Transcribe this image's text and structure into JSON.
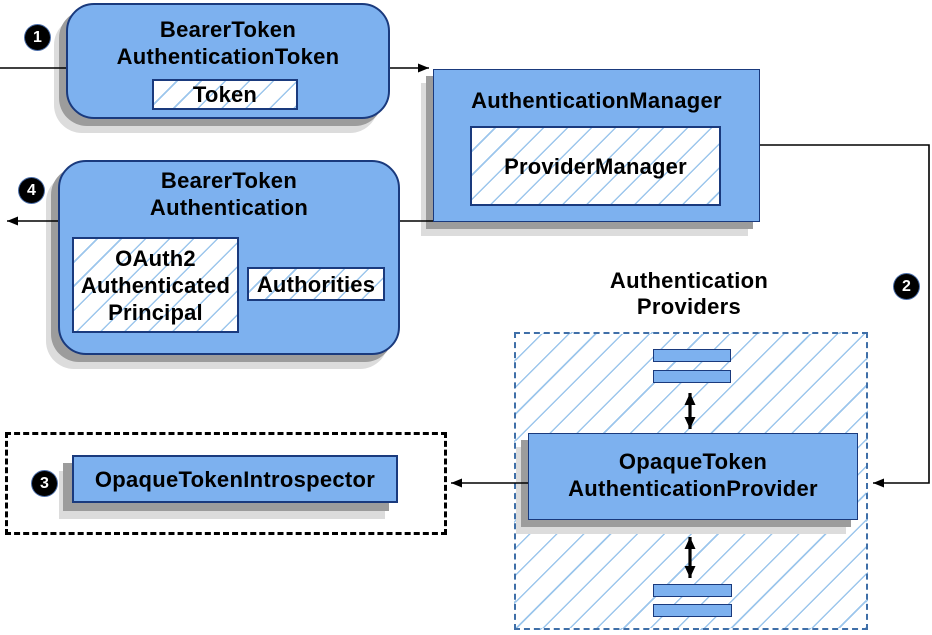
{
  "badges": {
    "step1": "1",
    "step2": "2",
    "step3": "3",
    "step4": "4"
  },
  "nodes": {
    "bearerTokenAuthenticationToken": {
      "title": "BearerToken\nAuthenticationToken",
      "inner": "Token"
    },
    "authenticationManager": {
      "title": "AuthenticationManager",
      "inner": "ProviderManager"
    },
    "bearerTokenAuthentication": {
      "title": "BearerToken\nAuthentication",
      "principal": "OAuth2\nAuthenticated\nPrincipal",
      "authorities": "Authorities"
    },
    "authenticationProviders": {
      "label": "Authentication\nProviders"
    },
    "opaqueTokenAuthenticationProvider": {
      "title": "OpaqueToken\nAuthenticationProvider"
    },
    "opaqueTokenIntrospector": {
      "title": "OpaqueTokenIntrospector"
    }
  },
  "colors": {
    "box_fill": "#7db1ef",
    "box_border": "#1a3a7d",
    "hatch_line": "#9cc6ec",
    "dashed_blue_border": "#3f6fa8",
    "dashed_black_border": "#000000",
    "shadow_dark": "#9c9c9c",
    "shadow_light": "#dcdcdc",
    "arrow": "#000000",
    "badge_background": "#000000",
    "badge_text": "#ffffff"
  }
}
